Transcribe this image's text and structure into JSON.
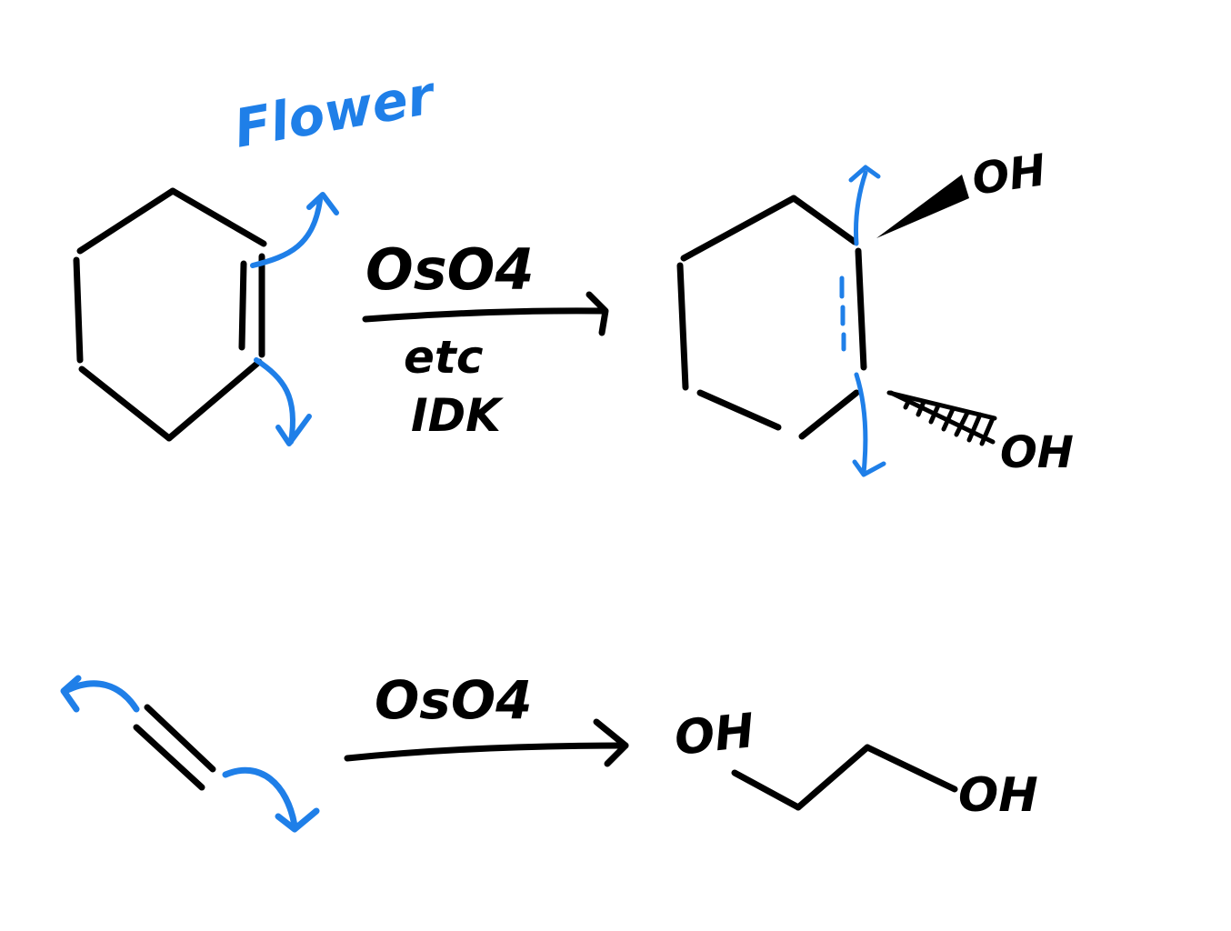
{
  "colors": {
    "ink": "#000000",
    "annotation": "#1f7fe8",
    "background": "#ffffff"
  },
  "annotation": {
    "flower": "Flower"
  },
  "reaction1": {
    "reagent_top": "OsO4",
    "reagent_bottom_line1": "etc",
    "reagent_bottom_line2": "IDK",
    "product_oh_top": "OH",
    "product_oh_bottom": "OH"
  },
  "reaction2": {
    "reagent_top": "OsO4",
    "product_oh_left": "OH",
    "product_oh_right": "OH"
  }
}
